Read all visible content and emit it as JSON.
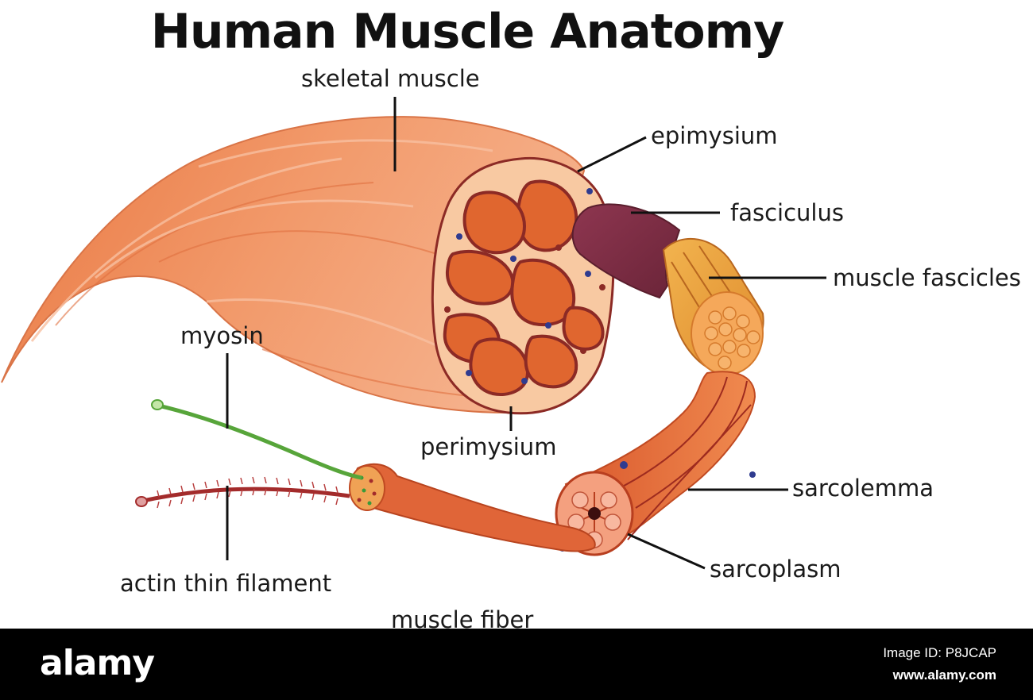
{
  "title": "Human Muscle Anatomy",
  "labels": {
    "skeletal_muscle": "skeletal muscle",
    "epimysium": "epimysium",
    "fasciculus": "fasciculus",
    "muscle_fascicles": "muscle fascicles",
    "myosin": "myosin",
    "perimysium": "perimysium",
    "sarcolemma": "sarcolemma",
    "sarcoplasm": "sarcoplasm",
    "actin_thin_filament": "actin thin filament",
    "muscle_fiber": "muscle fiber"
  },
  "footer": {
    "brand": "alamy",
    "image_id": "Image ID: P8JCAP",
    "url": "www.alamy.com"
  },
  "colors": {
    "muscle": "#ef8f5e",
    "muscle_dark": "#d9693c",
    "fascicle_fill": "#e0662f",
    "fascicle_border": "#8c2a25",
    "connective": "#f8c9a2",
    "fasciculus_sheath": "#7e2f44",
    "fascicles_yellow": "#eba23d",
    "myosin": "#57a53a",
    "actin": "#a32b2b",
    "footer_bg": "#000000"
  }
}
